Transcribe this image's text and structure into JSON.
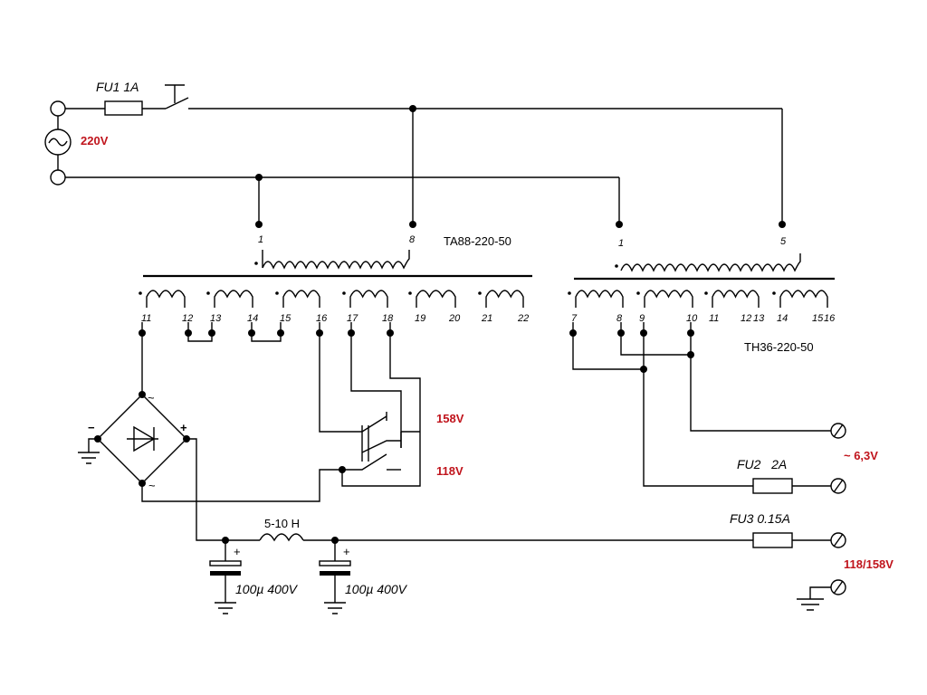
{
  "colors": {
    "wire": "#000000",
    "voltage": "#c0141c",
    "background": "#ffffff"
  },
  "mains": {
    "voltage_label": "220V",
    "fuse_label": "FU1 1A"
  },
  "transformer_1": {
    "model": "TA88-220-50",
    "primary_pins": [
      "1",
      "8"
    ],
    "secondary_pins": [
      "11",
      "12",
      "13",
      "14",
      "15",
      "16",
      "17",
      "18",
      "19",
      "20",
      "21",
      "22"
    ]
  },
  "transformer_2": {
    "model": "TH36-220-50",
    "primary_pins": [
      "1",
      "5"
    ],
    "secondary_pins": [
      "7",
      "8",
      "9",
      "10",
      "11",
      "12",
      "13",
      "14",
      "15",
      "16"
    ]
  },
  "switch": {
    "high_label": "158V",
    "low_label": "118V"
  },
  "filter": {
    "choke_label": "5-10 H",
    "cap1_label": "100µ 400V",
    "cap2_label": "100µ 400V",
    "plus_sign": "+"
  },
  "bridge": {
    "ac_sign": "~",
    "minus_sign": "−",
    "plus_sign": "+"
  },
  "outputs": {
    "heater_label": "~ 6,3V",
    "fu2_label": "FU2   2A",
    "fu3_label": "FU3 0.15A",
    "anode_label": "118/158V"
  }
}
